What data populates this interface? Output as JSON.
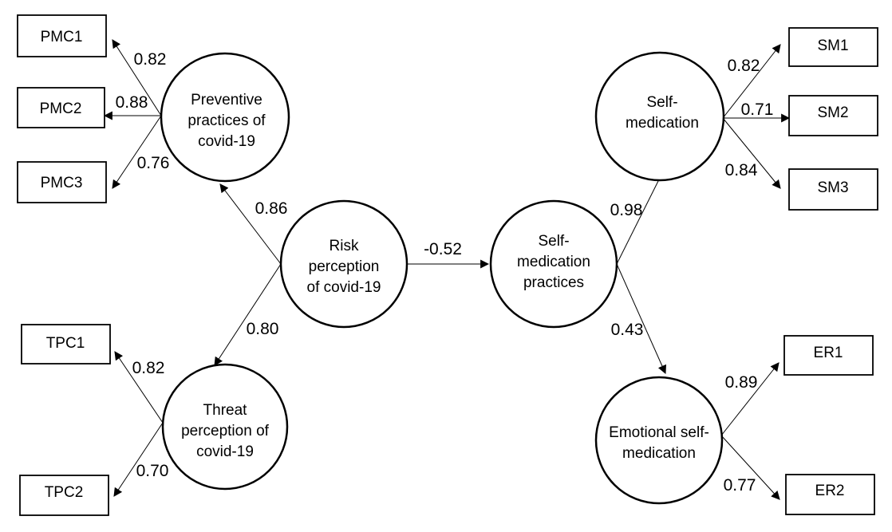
{
  "latents": {
    "preventive": [
      "Preventive",
      "practices of",
      "covid-19"
    ],
    "threat": [
      "Threat",
      "perception of",
      "covid-19"
    ],
    "risk": [
      "Risk",
      "perception",
      "of covid-19"
    ],
    "practices": [
      "Self-",
      "medication",
      "practices"
    ],
    "selfmed": [
      "Self-",
      "medication"
    ],
    "emotional": [
      "Emotional self-",
      "medication"
    ]
  },
  "indicators": {
    "pmc1": "PMC1",
    "pmc2": "PMC2",
    "pmc3": "PMC3",
    "tpc1": "TPC1",
    "tpc2": "TPC2",
    "sm1": "SM1",
    "sm2": "SM2",
    "sm3": "SM3",
    "er1": "ER1",
    "er2": "ER2"
  },
  "coefficients": {
    "pmc1": "0.82",
    "pmc2": "0.88",
    "pmc3": "0.76",
    "tpc1": "0.82",
    "tpc2": "0.70",
    "risk_preventive": "0.86",
    "risk_threat": "0.80",
    "risk_practices": "-0.52",
    "practices_selfmed": "0.98",
    "practices_emotional": "0.43",
    "sm1": "0.82",
    "sm2": "0.71",
    "sm3": "0.84",
    "er1": "0.89",
    "er2": "0.77"
  }
}
